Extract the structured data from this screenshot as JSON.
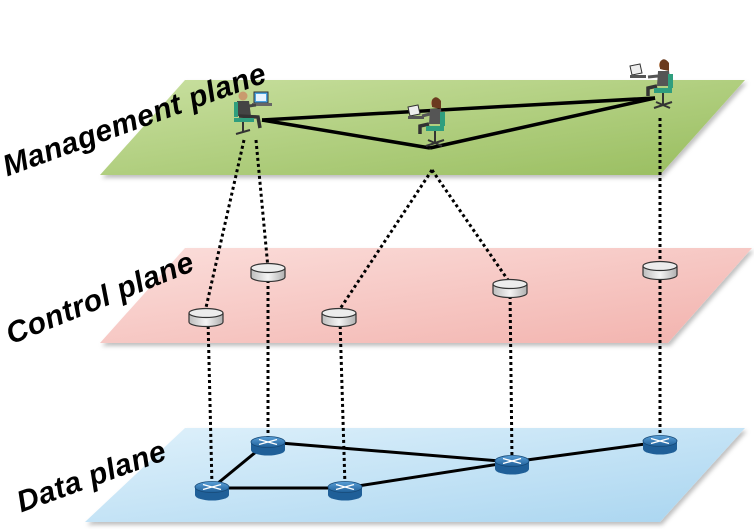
{
  "labels": {
    "management": "Management plane",
    "control": "Control plane",
    "data": "Data plane"
  },
  "colors": {
    "management_plane": "#a9c873",
    "control_plane": "#f7c6c2",
    "data_plane": "#c4e3f5",
    "router": "#2f78b5",
    "controller": "#d9d9d9",
    "dotted_link": "#000000",
    "solid_link": "#000000"
  },
  "icons": {
    "operator": "person-at-computer-icon",
    "controller": "controller-cylinder-icon",
    "router": "router-icon"
  }
}
